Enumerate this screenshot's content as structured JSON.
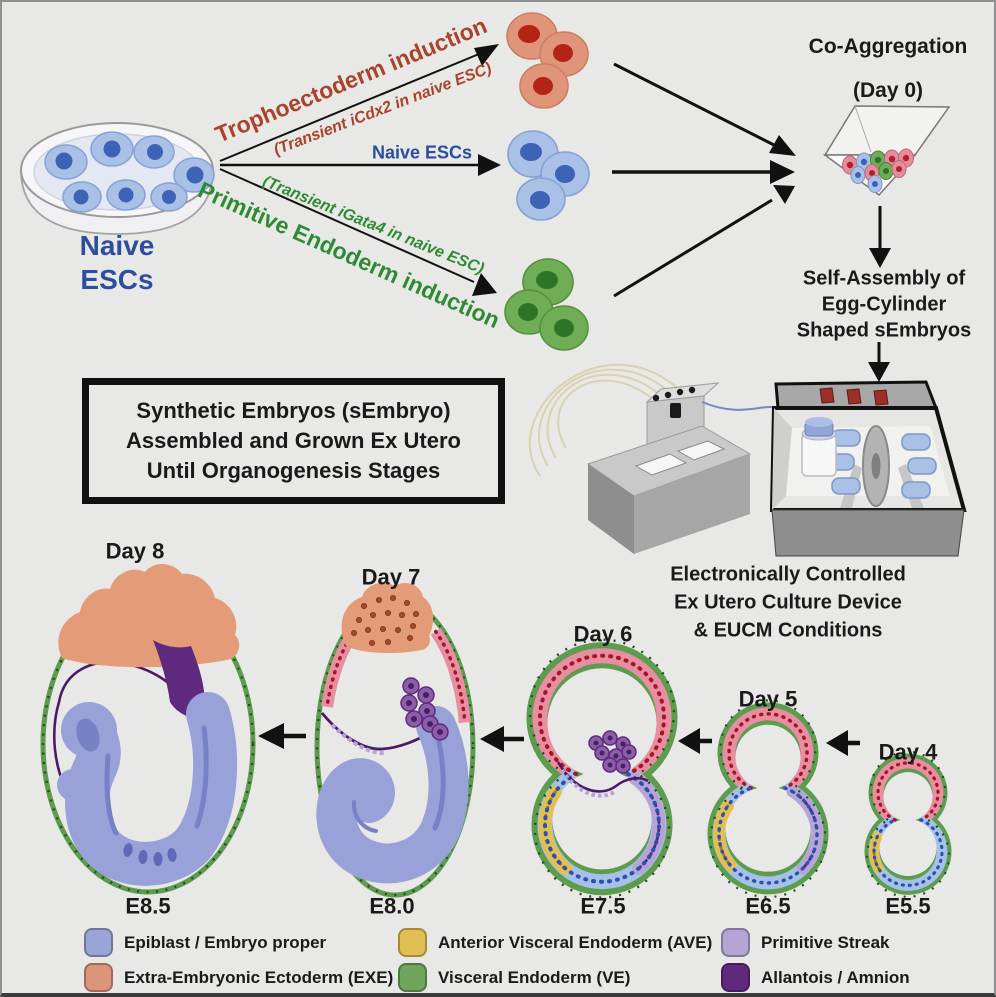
{
  "intro": {
    "dish_label_line1": "Naive",
    "dish_label_line2": "ESCs",
    "te_label": "Trophoectoderm induction",
    "te_sub": "(Transient iCdx2 in naive ESC)",
    "naive_arrow_label": "Naive ESCs",
    "pe_sub": "(Transient iGata4 in naive ESC)",
    "pe_label": "Primitive Endoderm induction"
  },
  "aggregation": {
    "title": "Co-Aggregation",
    "day": "(Day 0)"
  },
  "self_assembly": {
    "line1": "Self-Assembly of",
    "line2": "Egg-Cylinder",
    "line3": "Shaped sEmbryos"
  },
  "callout": {
    "line1": "Synthetic Embryos (sEmbryo)",
    "line2": "Assembled and Grown Ex Utero",
    "line3": "Until Organogenesis Stages"
  },
  "device": {
    "line1": "Electronically Controlled",
    "line2": "Ex Utero Culture Device",
    "line3": "& EUCM Conditions"
  },
  "timeline": {
    "stages": [
      {
        "day": "Day 8",
        "stage": "E8.5"
      },
      {
        "day": "Day 7",
        "stage": "E8.0"
      },
      {
        "day": "Day 6",
        "stage": "E7.5"
      },
      {
        "day": "Day 5",
        "stage": "E6.5"
      },
      {
        "day": "Day 4",
        "stage": "E5.5"
      }
    ]
  },
  "legend": {
    "items": [
      {
        "label": "Epiblast / Embryo proper",
        "color": "#9ba4d6"
      },
      {
        "label": "Extra-Embryonic Ectoderm (EXE)",
        "color": "#dd9579"
      },
      {
        "label": "Anterior Visceral Endoderm (AVE)",
        "color": "#e2bf52"
      },
      {
        "label": "Visceral Endoderm (VE)",
        "color": "#6fa55c"
      },
      {
        "label": "Primitive Streak",
        "color": "#b5a4d4"
      },
      {
        "label": "Allantois / Amnion",
        "color": "#5f2a7e"
      }
    ]
  },
  "colors": {
    "background": "#e8e8e6",
    "trophoectoderm_text": "#a8432c",
    "primitive_endoderm_text": "#2f8a35",
    "naive_esc_text": "#2b4d9b",
    "ve_outline": "#5d9b4f",
    "exe_pink_ring": "#e58fa0",
    "epiblast_ring": "#a6c1e6",
    "allantois": "#5f2a7e",
    "device_red_button": "#9c2f28"
  }
}
